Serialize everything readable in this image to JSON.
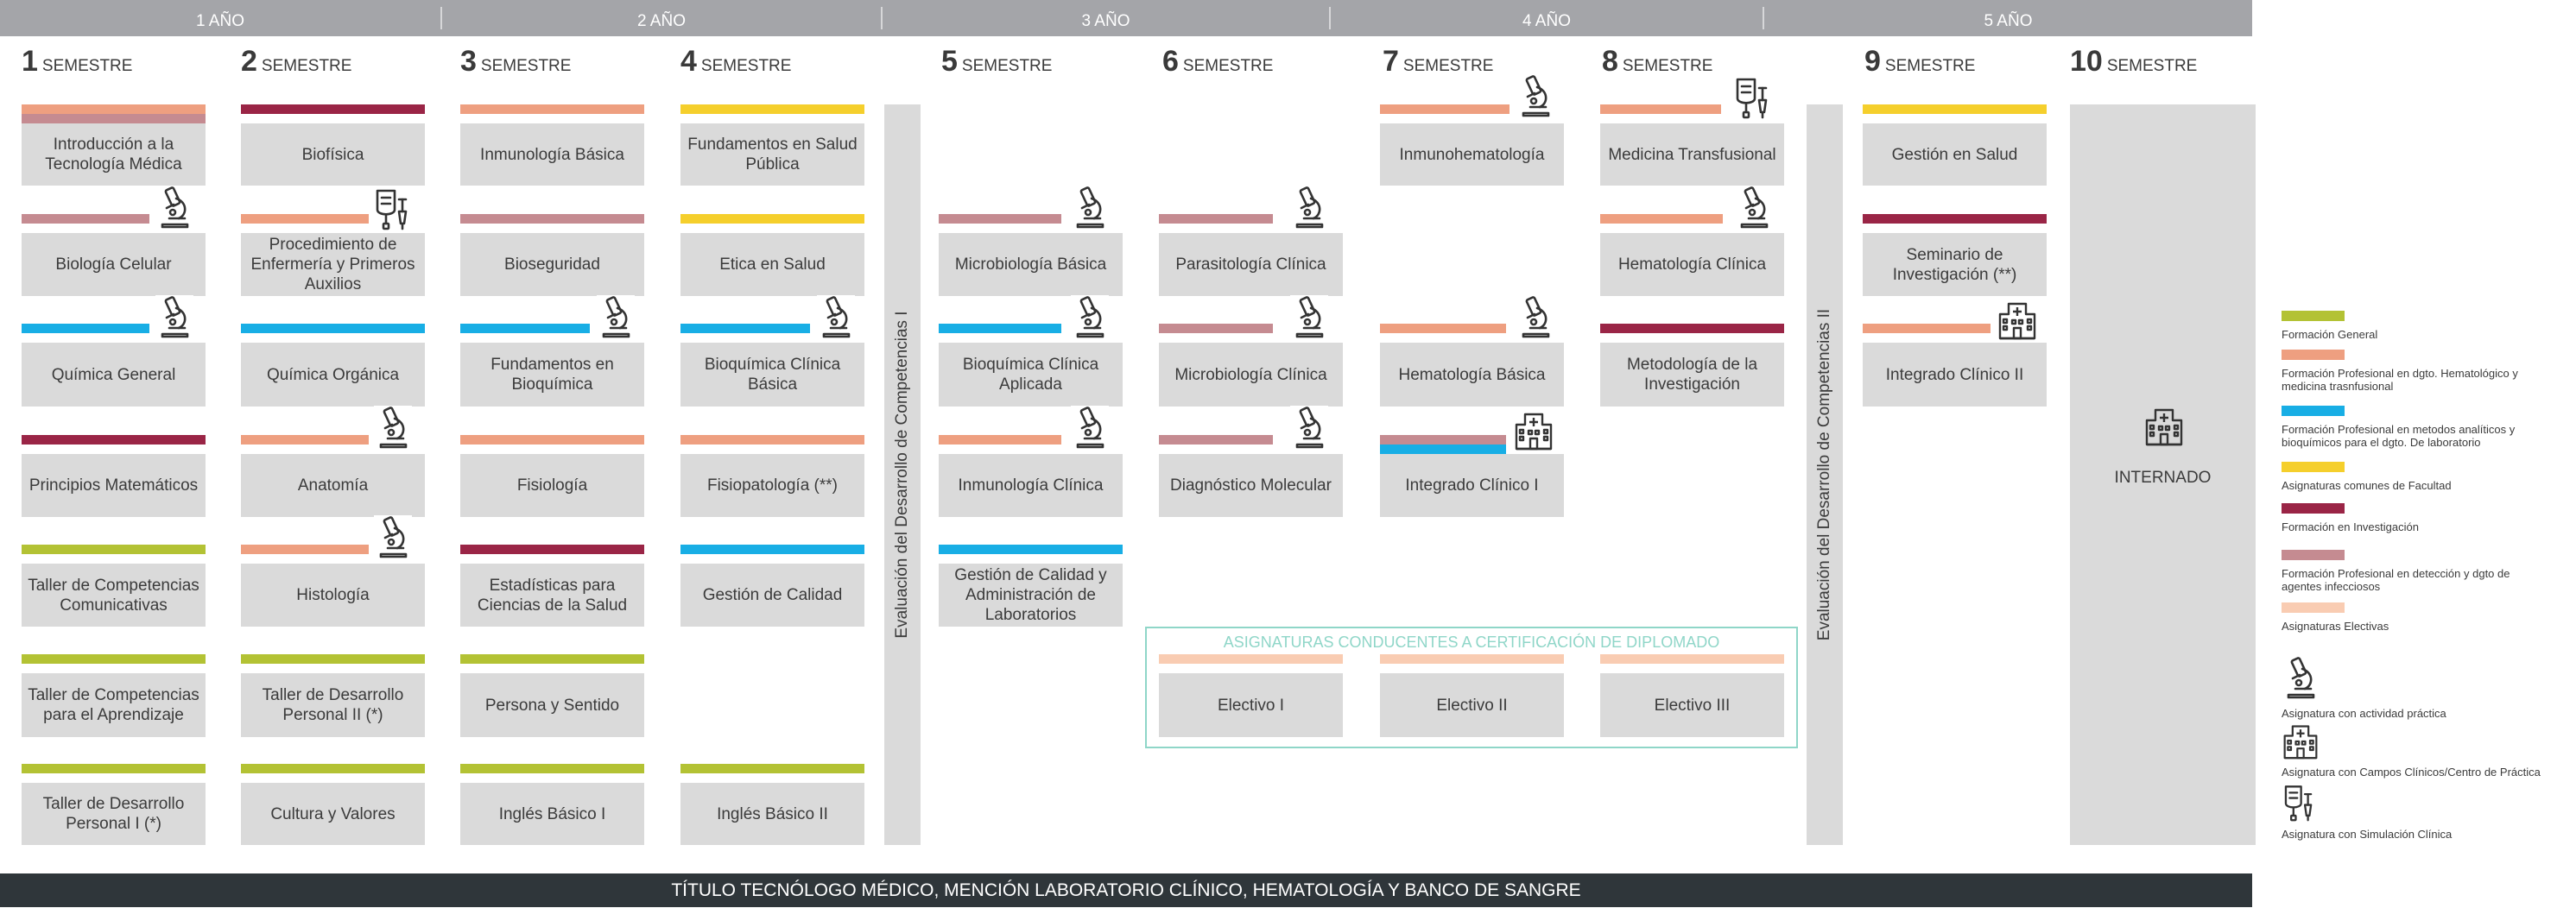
{
  "colors": {
    "general": "#b3c234",
    "hematologia": "#ee9f80",
    "analiticos": "#18aee5",
    "facultad": "#f5cf2c",
    "investigacion": "#9a2546",
    "infecciosos": "#c58b91",
    "electivas": "#f9ccb2"
  },
  "years": [
    "1 AÑO",
    "2 AÑO",
    "3 AÑO",
    "4 AÑO",
    "5 AÑO"
  ],
  "semester_word": "SEMESTRE",
  "semesters": [
    "1",
    "2",
    "3",
    "4",
    "5",
    "6",
    "7",
    "8",
    "9",
    "10"
  ],
  "courses": {
    "s1": [
      "Introducción a la Tecnología Médica",
      "Biología Celular",
      "Química General",
      "Principios Matemáticos",
      "Taller de Competencias Comunicativas",
      "Taller de Competencias para el Aprendizaje",
      "Taller de Desarrollo Personal I (*)"
    ],
    "s2": [
      "Biofísica",
      "Procedimiento de Enfermería y Primeros Auxilios",
      "Química Orgánica",
      "Anatomía",
      "Histología",
      "Taller de Desarrollo Personal II (*)",
      "Cultura y Valores"
    ],
    "s3": [
      "Inmunología Básica",
      "Bioseguridad",
      "Fundamentos en Bioquímica",
      "Fisiología",
      "Estadísticas para Ciencias de la Salud",
      "Persona y Sentido",
      "Inglés Básico I"
    ],
    "s4": [
      "Fundamentos en Salud Pública",
      "Etica en Salud",
      "Bioquímica Clínica Básica",
      "Fisiopatología (**)",
      "Gestión de Calidad",
      "Inglés Básico II"
    ],
    "s5": [
      "Microbiología Básica",
      "Bioquímica Clínica Aplicada",
      "Inmunología Clínica",
      "Gestión de Calidad y Administración de Laboratorios"
    ],
    "s6": [
      "Parasitología Clínica",
      "Microbiología Clínica",
      "Diagnóstico Molecular"
    ],
    "s7": [
      "Inmunohematología",
      "Hematología Básica",
      "Integrado Clínico I"
    ],
    "s8": [
      "Medicina Transfusional",
      "Hematología Clínica",
      "Metodología de la Investigación"
    ],
    "s9": [
      "Gestión en Salud",
      "Seminario de Investigación (**)",
      "Integrado Clínico II"
    ],
    "electives": [
      "Electivo I",
      "Electivo II",
      "Electivo III"
    ]
  },
  "evaluation_1": "Evaluación del Desarrollo de Competencias I",
  "evaluation_2": "Evaluación del Desarrollo de Competencias II",
  "internship": "INTERNADO",
  "diploma_title": "ASIGNATURAS CONDUCENTES A CERTIFICACIÓN DE DIPLOMADO",
  "footer": "TÍTULO TECNÓLOGO MÉDICO, MENCIÓN LABORATORIO CLÍNICO, HEMATOLOGÍA Y BANCO DE SANGRE",
  "legend": {
    "general": "Formación General",
    "hematologia": "Formación Profesional en dgto. Hematológico y medicina trasnfusional",
    "analiticos": "Formación Profesional en metodos analíticos y bioquímicos para el dgto. De laboratorio",
    "facultad": "Asignaturas comunes de Facultad",
    "investigacion": "Formación en Investigación",
    "infecciosos": "Formación Profesional en detección y dgto de agentes infecciosos",
    "electivas": "Asignaturas Electivas",
    "icon_practica": "Asignatura con actividad práctica",
    "icon_campos": "Asignatura con Campos Clínicos/Centro de Práctica",
    "icon_simulacion": "Asignatura con Simulación Clínica"
  }
}
